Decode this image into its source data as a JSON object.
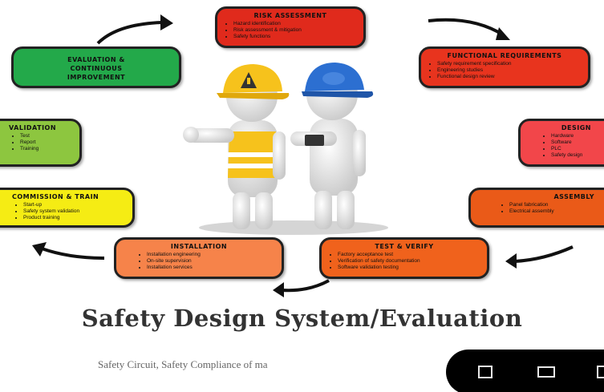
{
  "colors": {
    "risk": "#e02a1c",
    "functional": "#e8341e",
    "design": "#f2464a",
    "assembly": "#ea5a18",
    "test": "#f0621c",
    "installation": "#f6834a",
    "commission": "#f5ec14",
    "validation": "#8dc63f",
    "evaluation": "#23a94a",
    "heading": "#333333",
    "subheading": "#666666",
    "navbar": "#000000"
  },
  "boxes": {
    "risk": {
      "title": "RISK ASSESSMENT",
      "bullets": [
        "Hazard identification",
        "Risk assessment & mitigation",
        "Safety functions"
      ]
    },
    "functional": {
      "title": "FUNCTIONAL REQUIREMENTS",
      "bullets": [
        "Safety requirement specification",
        "Engineering studies",
        "Functional design review"
      ]
    },
    "design": {
      "title": "DESIGN",
      "bullets": [
        "Hardware",
        "Software",
        "PLC",
        "Safety design"
      ]
    },
    "assembly": {
      "title": "ASSEMBLY",
      "bullets": [
        "Panel fabrication",
        "Electrical assembly"
      ]
    },
    "test": {
      "title": "TEST & VERIFY",
      "bullets": [
        "Factory acceptance test",
        "Verification of safety documentation",
        "Software validation testing"
      ]
    },
    "installation": {
      "title": "INSTALLATION",
      "bullets": [
        "Installation engineering",
        "On-site supervision",
        "Installation services"
      ]
    },
    "commission": {
      "title": "COMMISSION & TRAIN",
      "bullets": [
        "Start-up",
        "Safety system validation",
        "Product training"
      ]
    },
    "validation": {
      "title": "VALIDATION",
      "bullets": [
        "Test",
        "Report",
        "Training"
      ]
    },
    "evaluation": {
      "title": "EVALUATION & CONTINUOUS IMPROVEMENT"
    }
  },
  "heading": "Safety Design System/Evaluation",
  "subheading": "Safety Circuit, Safety Compliance  of ma",
  "navbar": {
    "recent": "recent-apps-icon",
    "home": "home-icon",
    "back": "back-icon"
  }
}
